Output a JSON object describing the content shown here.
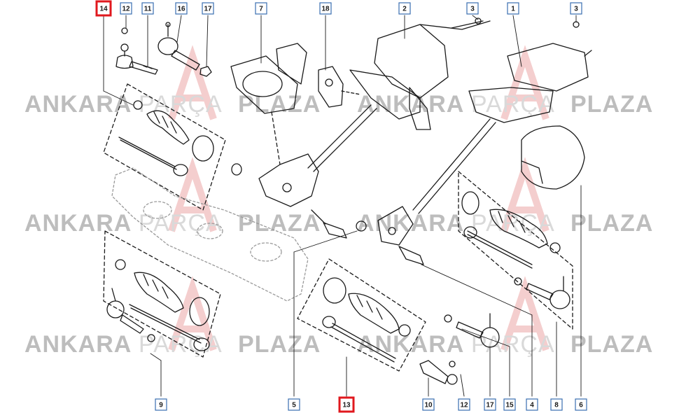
{
  "watermark": {
    "word1": "ANKARA",
    "word2": "PARÇA",
    "word3": "PLAZA"
  },
  "colors": {
    "label_border": "#3a6fb0",
    "highlight_border": "#e0181e",
    "line": "#1a1a1a",
    "watermark_strong": "#bdbdbd",
    "watermark_light": "#d9d9d9",
    "watermark_logo": "#f3c9c9"
  },
  "callouts": [
    {
      "id": "c14-top",
      "text": "14",
      "highlight": true
    },
    {
      "id": "c12-top",
      "text": "12",
      "highlight": false
    },
    {
      "id": "c11-top",
      "text": "11",
      "highlight": false
    },
    {
      "id": "c16-top",
      "text": "16",
      "highlight": false
    },
    {
      "id": "c17-top",
      "text": "17",
      "highlight": false
    },
    {
      "id": "c7-top",
      "text": "7",
      "highlight": false
    },
    {
      "id": "c18-top",
      "text": "18",
      "highlight": false
    },
    {
      "id": "c2-top",
      "text": "2",
      "highlight": false
    },
    {
      "id": "c3-top-a",
      "text": "3",
      "highlight": false
    },
    {
      "id": "c1-top",
      "text": "1",
      "highlight": false
    },
    {
      "id": "c3-top-b",
      "text": "3",
      "highlight": false
    },
    {
      "id": "c9-bottom",
      "text": "9",
      "highlight": false
    },
    {
      "id": "c5-bottom",
      "text": "5",
      "highlight": false
    },
    {
      "id": "c13-bottom",
      "text": "13",
      "highlight": true
    },
    {
      "id": "c10-bottom",
      "text": "10",
      "highlight": false
    },
    {
      "id": "c12-bottom",
      "text": "12",
      "highlight": false
    },
    {
      "id": "c17-bottom",
      "text": "17",
      "highlight": false
    },
    {
      "id": "c15-bottom",
      "text": "15",
      "highlight": false
    },
    {
      "id": "c4-bottom",
      "text": "4",
      "highlight": false
    },
    {
      "id": "c8-bottom",
      "text": "8",
      "highlight": false
    },
    {
      "id": "c6-bottom",
      "text": "6",
      "highlight": false
    }
  ]
}
